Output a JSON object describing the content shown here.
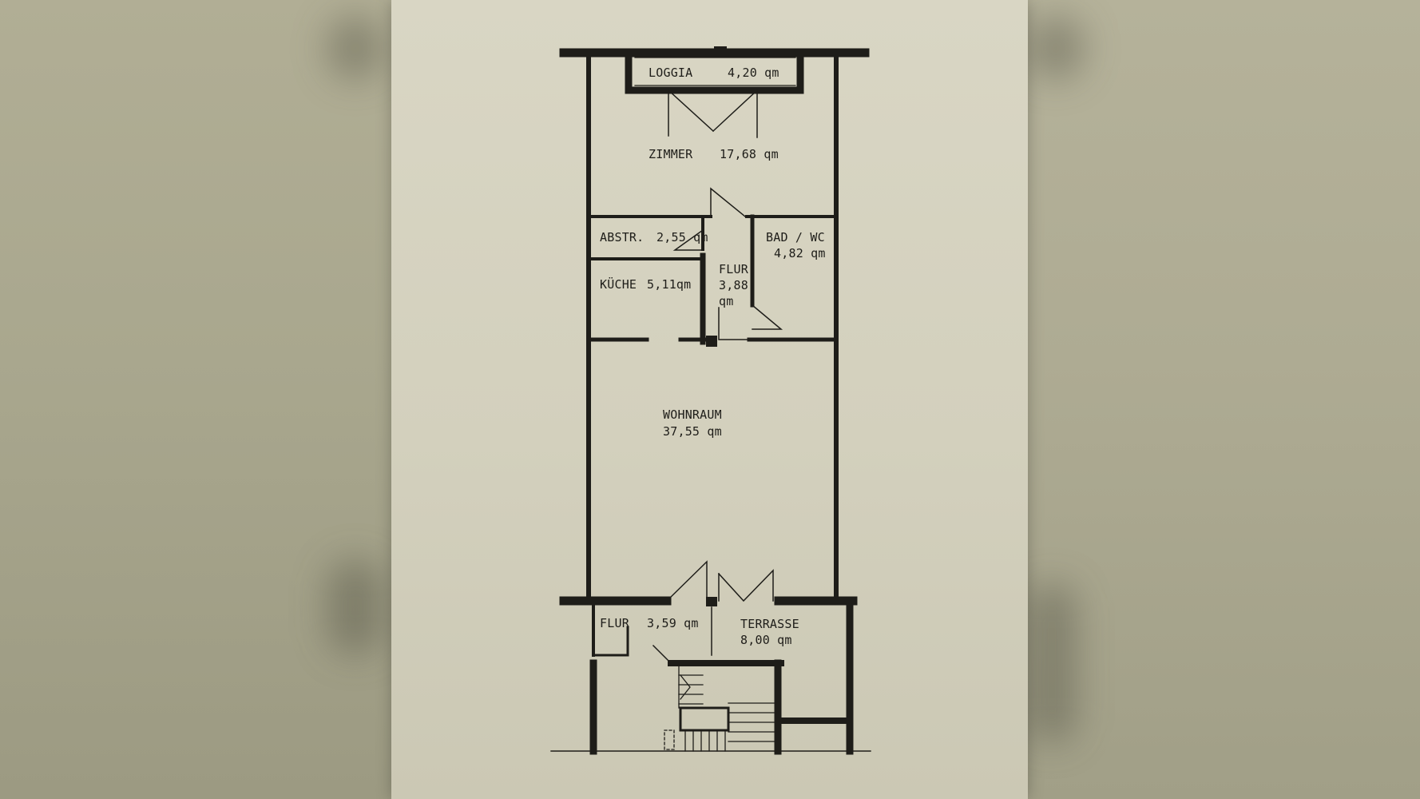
{
  "rooms": {
    "loggia": {
      "name": "LOGGIA",
      "area": "4,20 qm"
    },
    "zimmer": {
      "name": "ZIMMER",
      "area": "17,68 qm"
    },
    "abstr": {
      "name": "ABSTR.",
      "area": "2,55 qm"
    },
    "bad": {
      "name": "BAD / WC",
      "area": "4,82 qm"
    },
    "flur_upper": {
      "name": "FLUR",
      "area_value": "3,88",
      "area_unit": "qm"
    },
    "kueche": {
      "name": "KÜCHE",
      "area": "5,11qm"
    },
    "wohnraum": {
      "name": "WOHNRAUM",
      "area": "37,55 qm"
    },
    "flur_lower": {
      "name": "FLUR",
      "area": "3,59 qm"
    },
    "terrasse": {
      "name": "TERRASSE",
      "area": "8,00 qm"
    }
  },
  "colors": {
    "paper": "#d6d3c0",
    "ink": "#1e1d19",
    "background": "#a7a58d"
  }
}
